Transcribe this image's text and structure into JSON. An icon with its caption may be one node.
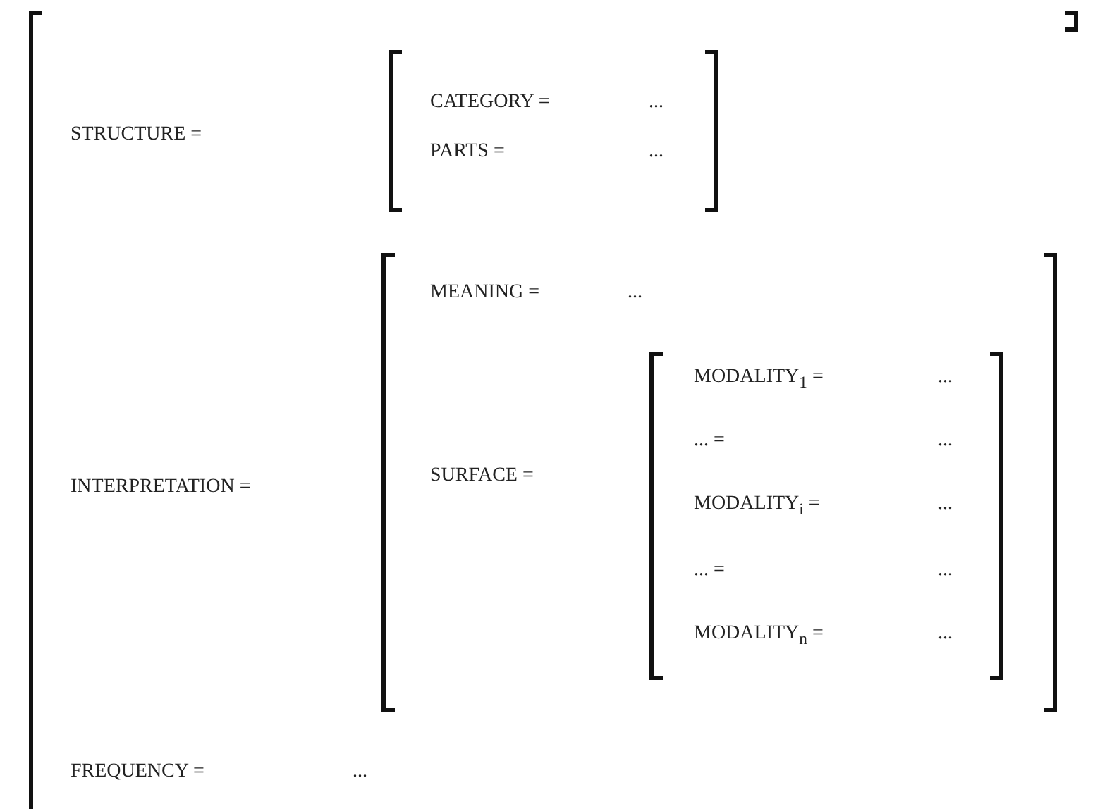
{
  "diagram": {
    "nodes": [
      {
        "text": [
          "STRUCTURE =",
          "INTERPRETATION =",
          "FREQUENCY =",
          "..."
        ]
      },
      {
        "text": [
          "CATEGORY =",
          "...",
          "PARTS =",
          "..."
        ],
        "in": 0
      },
      {
        "text": [
          "MEANING =",
          "...",
          "SURFACE ="
        ],
        "in": 0
      },
      {
        "text": [
          "MODALITY$_{1}$ =",
          "...",
          "... =",
          "...",
          "MODALITY$_{i}$ =",
          "...",
          "... =",
          "...",
          "MODALITY$_{n}$ =",
          "..."
        ],
        "in": 2
      }
    ]
  }
}
